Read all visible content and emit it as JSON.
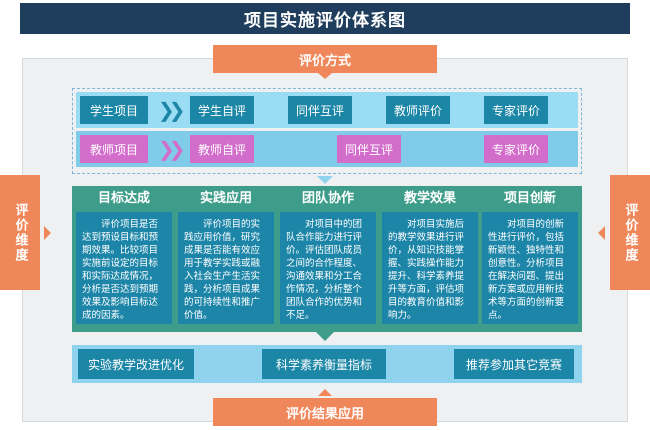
{
  "title": "项目实施评价体系图",
  "tabs": {
    "top": "评价方式",
    "left": "评价维度",
    "right": "评价维度",
    "bottom": "评价结果应用"
  },
  "row_student": {
    "label": "学生项目",
    "steps": [
      "学生自评",
      "同伴互评",
      "教师评价",
      "专家评价"
    ]
  },
  "row_teacher": {
    "label": "教师项目",
    "steps": [
      "教师自评",
      "同伴互评",
      "专家评价"
    ]
  },
  "dimensions": [
    {
      "title": "目标达成",
      "text": "评价项目是否达到预设目标和预期效果。比较项目实施前设定的目标和实际达成情况，分析是否达到预期效果及影响目标达成的因素。"
    },
    {
      "title": "实践应用",
      "text": "评价项目的实践应用价值，研究成果是否能有效应用于教学实践或融入社会生产生活实践，分析项目成果的可持续性和推广价值。"
    },
    {
      "title": "团队协作",
      "text": "对项目中的团队合作能力进行评价。评估团队成员之间的合作程度、沟通效果和分工合作情况，分析整个团队合作的优势和不足。"
    },
    {
      "title": "教学效果",
      "text": "对项目实施后的教学效果进行评价，从知识技能掌握、实践操作能力提升、科学素养提升等方面，评估项目的教育价值和影响力。"
    },
    {
      "title": "项目创新",
      "text": "对项目的创新性进行评价，包括新颖性、独特性和创意性。分析项目在解决问题、提出新方案或应用新技术等方面的创新要点。"
    }
  ],
  "results": [
    "实验教学改进优化",
    "科学素养衡量指标",
    "推荐参加其它竞赛"
  ],
  "colors": {
    "title": "#1f3d5c",
    "tab": "#f0875a",
    "teal": "#1b86a6",
    "magenta": "#d36dcb",
    "green": "#3d9c8a"
  }
}
